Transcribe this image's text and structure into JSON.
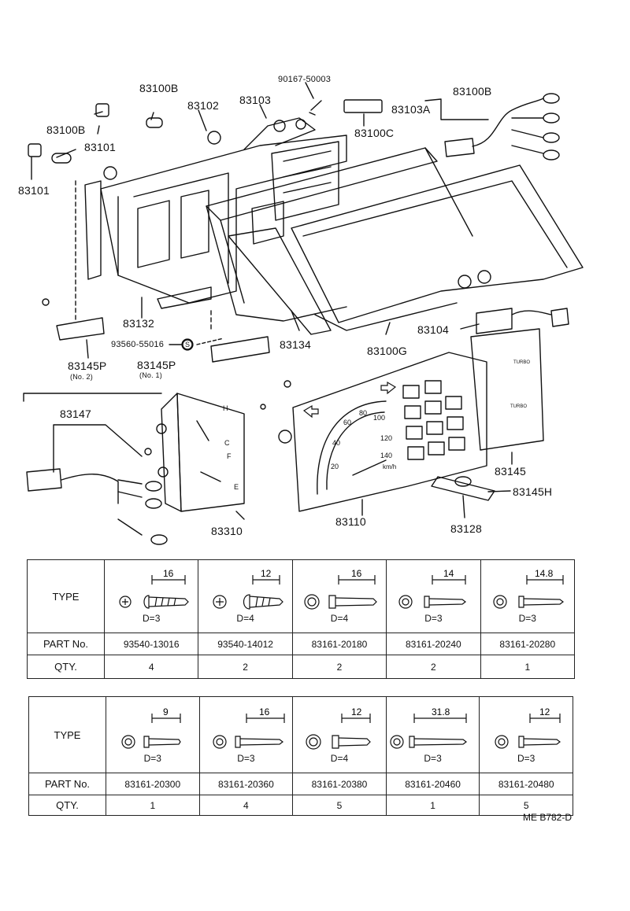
{
  "labels": {
    "p83100B_top": "83100B",
    "p83102": "83102",
    "p83103": "83103",
    "p90167": "90167-50003",
    "p83100B_right": "83100B",
    "p83103A": "83103A",
    "p83100C": "83100C",
    "p83100B_left": "83100B",
    "p83101_a": "83101",
    "p83101_b": "83101",
    "p83132": "83132",
    "p83134": "83134",
    "p83100G": "83100G",
    "p83104": "83104",
    "p93560": "93560-55016",
    "screw_s": "S",
    "p83145P_2": "83145P",
    "p83145P_2_no": "(No. 2)",
    "p83145P_1": "83145P",
    "p83145P_1_no": "(No. 1)",
    "p83147": "83147",
    "p83310": "83310",
    "p83110": "83110",
    "p83128": "83128",
    "p83145": "83145",
    "p83145H": "83145H"
  },
  "gauge": {
    "speeds": [
      "20",
      "40",
      "60",
      "80",
      "100",
      "120",
      "140"
    ],
    "unit": "km/h",
    "fuel_f": "F",
    "fuel_e": "E",
    "temp_h": "H",
    "temp_c": "C",
    "warn_label": "TURBO",
    "warn_label2": "TURBO"
  },
  "table1": {
    "row_labels": {
      "type": "TYPE",
      "part": "PART No.",
      "qty": "QTY."
    },
    "cols": [
      {
        "dim": "16",
        "d": "D=3",
        "part": "93540-13016",
        "qty": "4"
      },
      {
        "dim": "12",
        "d": "D=4",
        "part": "93540-14012",
        "qty": "2"
      },
      {
        "dim": "16",
        "d": "D=4",
        "part": "83161-20180",
        "qty": "2"
      },
      {
        "dim": "14",
        "d": "D=3",
        "part": "83161-20240",
        "qty": "2"
      },
      {
        "dim": "14.8",
        "d": "D=3",
        "part": "83161-20280",
        "qty": "1"
      }
    ]
  },
  "table2": {
    "row_labels": {
      "type": "TYPE",
      "part": "PART No.",
      "qty": "QTY."
    },
    "cols": [
      {
        "dim": "9",
        "d": "D=3",
        "part": "83161-20300",
        "qty": "1"
      },
      {
        "dim": "16",
        "d": "D=3",
        "part": "83161-20360",
        "qty": "4"
      },
      {
        "dim": "12",
        "d": "D=4",
        "part": "83161-20380",
        "qty": "5"
      },
      {
        "dim": "31.8",
        "d": "D=3",
        "part": "83161-20460",
        "qty": "1"
      },
      {
        "dim": "12",
        "d": "D=3",
        "part": "83161-20480",
        "qty": "5"
      }
    ]
  },
  "diagram_code": "ME B782-D"
}
